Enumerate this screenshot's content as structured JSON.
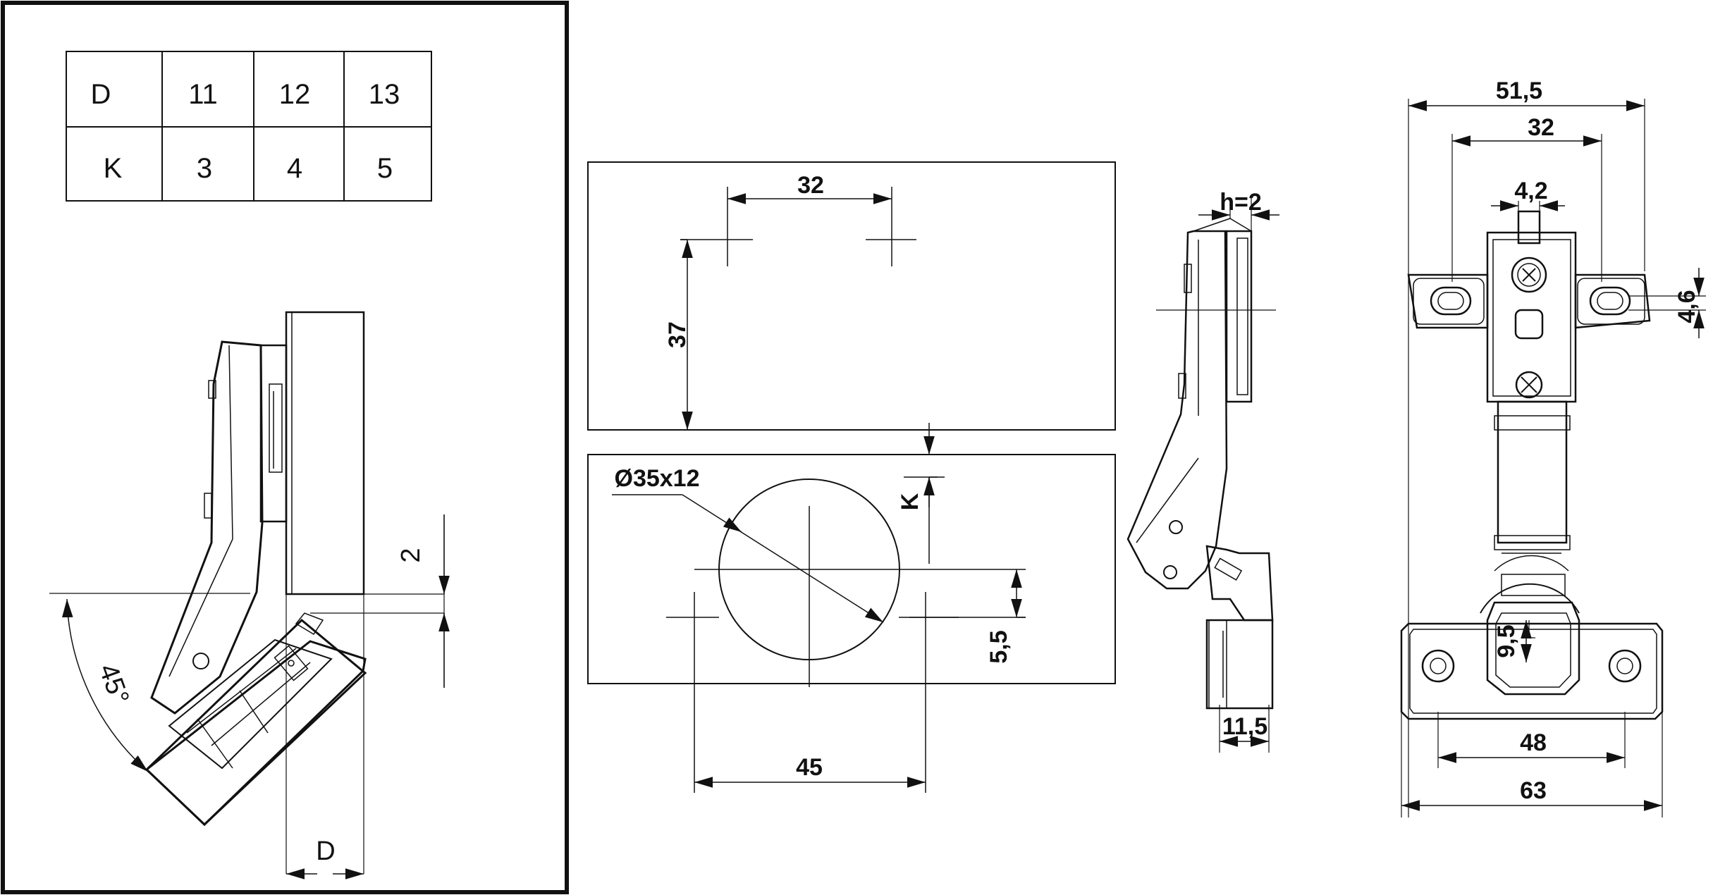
{
  "table": {
    "row1": {
      "header": "D",
      "values": [
        "11",
        "12",
        "13"
      ]
    },
    "row2": {
      "header": "K",
      "values": [
        "3",
        "4",
        "5"
      ]
    }
  },
  "side_view": {
    "gap_dim": "2",
    "angle_dim": "45°",
    "overlay_dim": "D"
  },
  "drilling": {
    "hole_spacing": "32",
    "hole_depth": "37",
    "cup_diameter": "Ø35x12",
    "edge_distance": "K",
    "offset": "5,5",
    "cup_spacing": "45"
  },
  "profile_view": {
    "h_dim": "h=2",
    "depth_dim": "11,5"
  },
  "front_view": {
    "total_width": "51,5",
    "inner_width": "32",
    "slot_width": "4,2",
    "slot_height": "4,6",
    "cup_offset": "9,5",
    "base_hole_spacing": "48",
    "base_width": "63"
  },
  "colors": {
    "line": "#111111",
    "background": "#ffffff"
  }
}
